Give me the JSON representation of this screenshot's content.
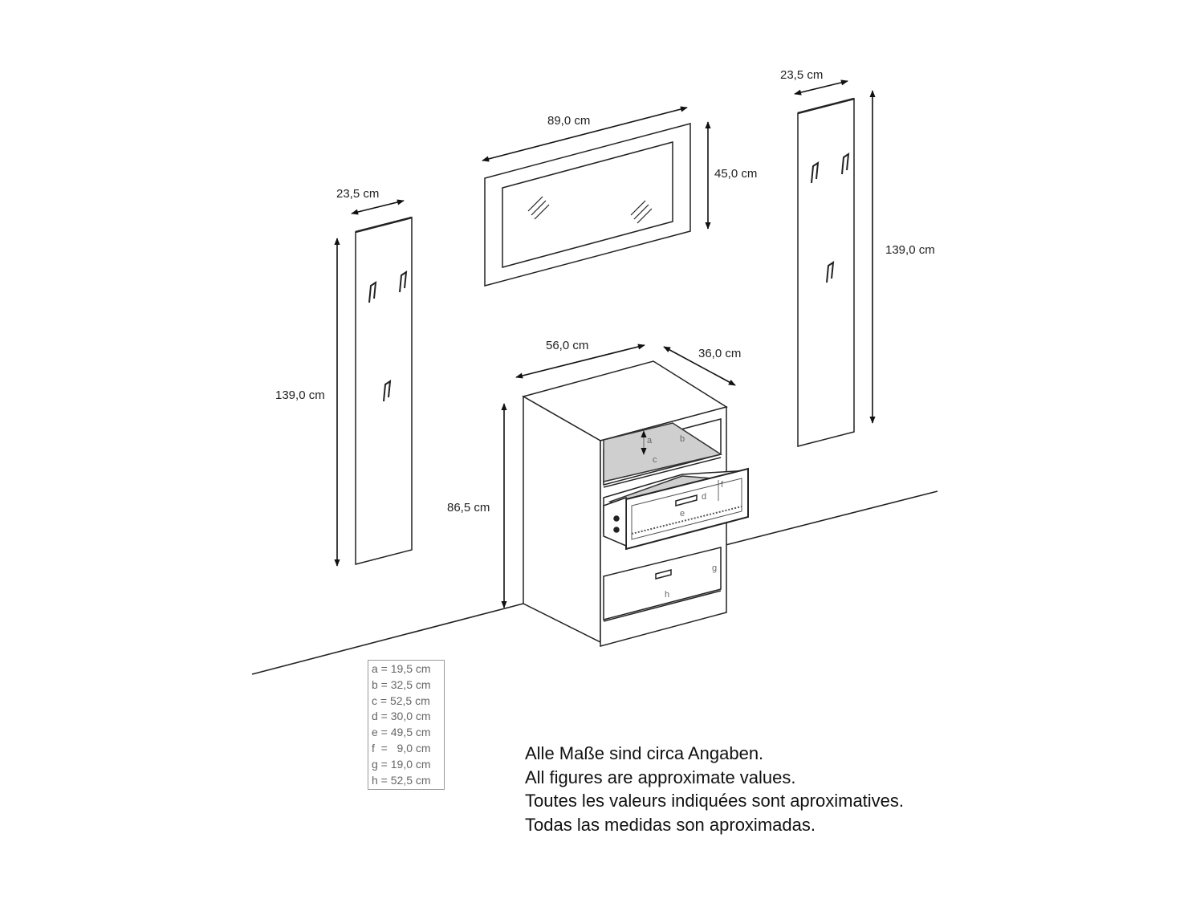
{
  "dimensions": {
    "left_panel_width": "23,5 cm",
    "left_panel_height": "139,0 cm",
    "mirror_width": "89,0 cm",
    "mirror_height": "45,0 cm",
    "right_panel_width": "23,5 cm",
    "right_panel_height": "139,0 cm",
    "dresser_width": "56,0 cm",
    "dresser_depth": "36,0 cm",
    "dresser_height": "86,5 cm"
  },
  "inner_letters": [
    "a",
    "b",
    "c",
    "d",
    "e",
    "f",
    "g",
    "h"
  ],
  "legend": [
    "a = 19,5 cm",
    "b = 32,5 cm",
    "c = 52,5 cm",
    "d = 30,0 cm",
    "e = 49,5 cm",
    "f  =   9,0 cm",
    "g = 19,0 cm",
    "h = 52,5 cm"
  ],
  "notes": [
    "Alle Maße sind circa Angaben.",
    "All figures are approximate values.",
    "Toutes les valeurs indiquées sont aproximatives.",
    "Todas las medidas son aproximadas."
  ]
}
